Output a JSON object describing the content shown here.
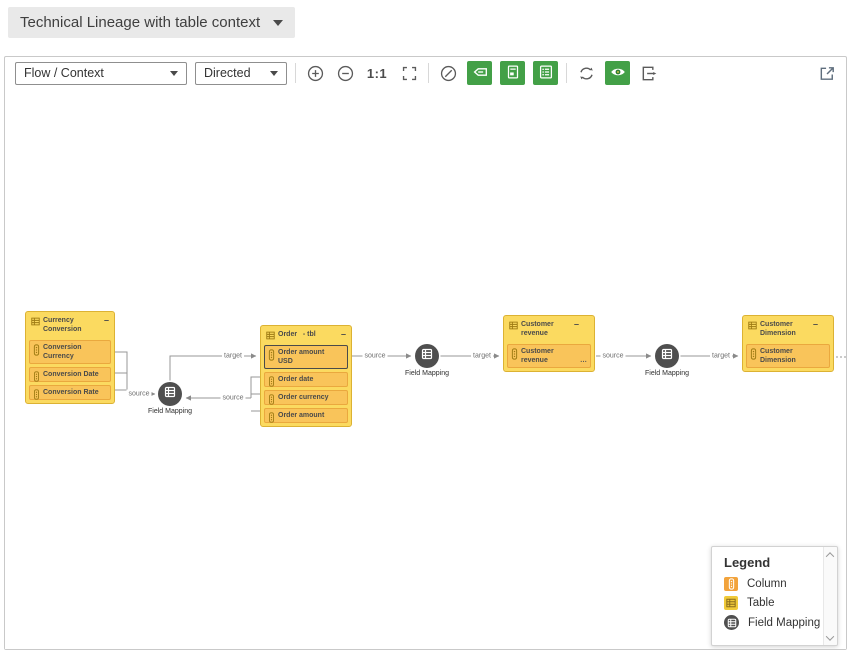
{
  "view_selector": {
    "label": "Technical Lineage with table context"
  },
  "toolbar": {
    "layout_select": {
      "value": "Flow / Context"
    },
    "direction_select": {
      "value": "Directed"
    },
    "zoom_reset_label": "1:1",
    "icon_names": [
      "zoom-in",
      "zoom-out",
      "actual-size",
      "fit-to-screen",
      "pen-circle",
      "tag-toggle",
      "asset-page-toggle",
      "attribute-list-toggle",
      "refresh",
      "visibility",
      "export",
      "open-in-new-window"
    ]
  },
  "diagram": {
    "tables": [
      {
        "title": "Currency Conversion",
        "collapse_glyph": "–",
        "columns": [
          {
            "label": "Conversion Currency"
          },
          {
            "label": "Conversion Date"
          },
          {
            "label": "Conversion Rate"
          }
        ]
      },
      {
        "title": "Order   - tbl",
        "collapse_glyph": "–",
        "columns": [
          {
            "label": "Order amount USD",
            "selected": true
          },
          {
            "label": "Order date"
          },
          {
            "label": "Order currency"
          },
          {
            "label": "Order amount"
          }
        ]
      },
      {
        "title": "Customer revenue",
        "collapse_glyph": "–",
        "columns": [
          {
            "label": "Customer revenue",
            "ellipsis": "…"
          }
        ]
      },
      {
        "title": "Customer Dimension",
        "collapse_glyph": "–",
        "columns": [
          {
            "label": "Customer Dimension"
          }
        ]
      }
    ],
    "mappings": [
      {
        "label": "Field Mapping"
      },
      {
        "label": "Field Mapping"
      },
      {
        "label": "Field Mapping"
      }
    ],
    "edge_labels": [
      {
        "text": "source"
      },
      {
        "text": "target"
      },
      {
        "text": "source"
      },
      {
        "text": "source"
      },
      {
        "text": "target"
      },
      {
        "text": "source"
      },
      {
        "text": "target"
      }
    ]
  },
  "legend": {
    "title": "Legend",
    "items": [
      {
        "label": "Column"
      },
      {
        "label": "Table"
      },
      {
        "label": "Field Mapping"
      }
    ]
  },
  "colors": {
    "accent_green": "#43a047",
    "table_fill": "#fbda60",
    "table_border": "#dcb233",
    "column_fill": "#f9c45a",
    "column_border": "#eaa83e",
    "column_legend": "#f2a33c",
    "mapping_node": "#4f4f4f",
    "edge": "#979797",
    "selection": "#4a4a4a"
  }
}
